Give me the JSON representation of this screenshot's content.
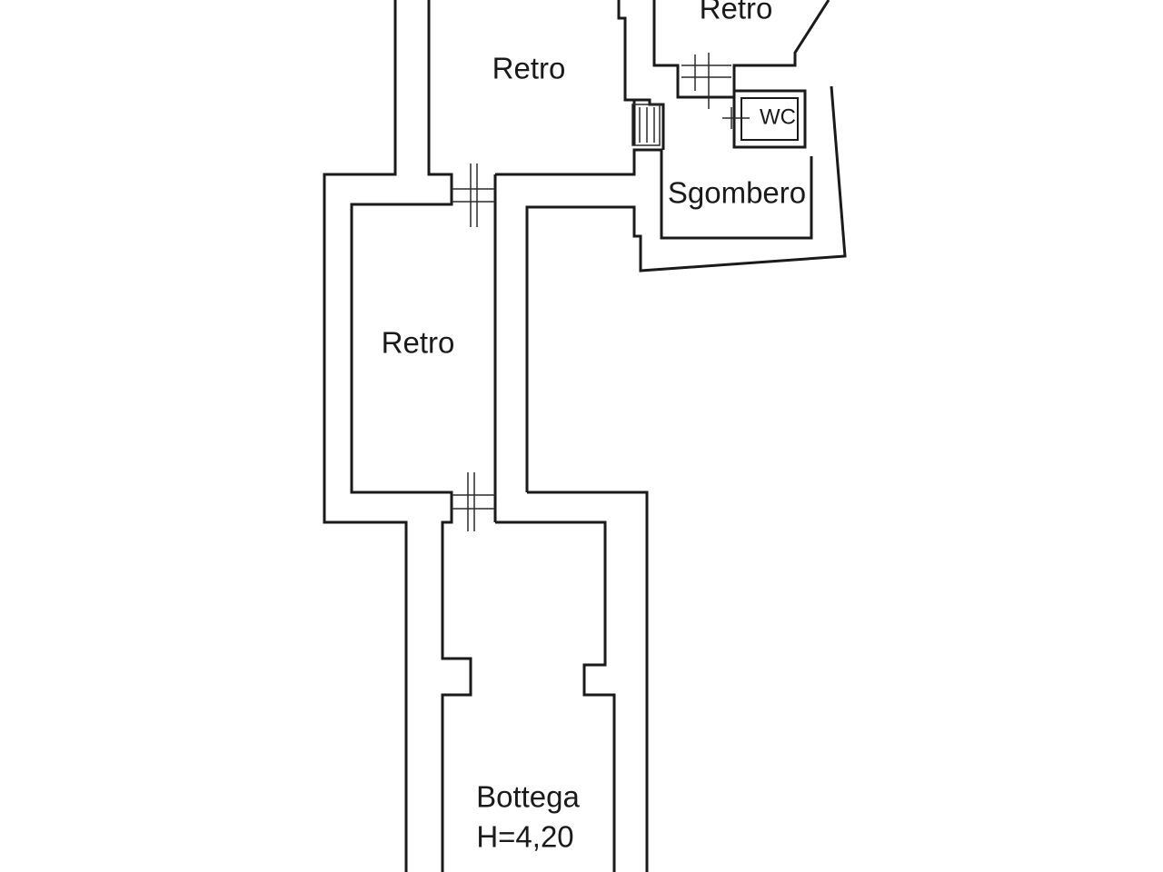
{
  "floor_plan": {
    "rooms": [
      {
        "id": "retro-top",
        "label": "Retro"
      },
      {
        "id": "retro-top-right",
        "label": "Retro"
      },
      {
        "id": "wc",
        "label": "WC"
      },
      {
        "id": "sgombero",
        "label": "Sgombero"
      },
      {
        "id": "retro-middle",
        "label": "Retro"
      },
      {
        "id": "bottega",
        "label": "Bottega",
        "sublabel": "H=4,20"
      }
    ],
    "line_color": "#1a1a1a",
    "background_color": "#ffffff"
  }
}
